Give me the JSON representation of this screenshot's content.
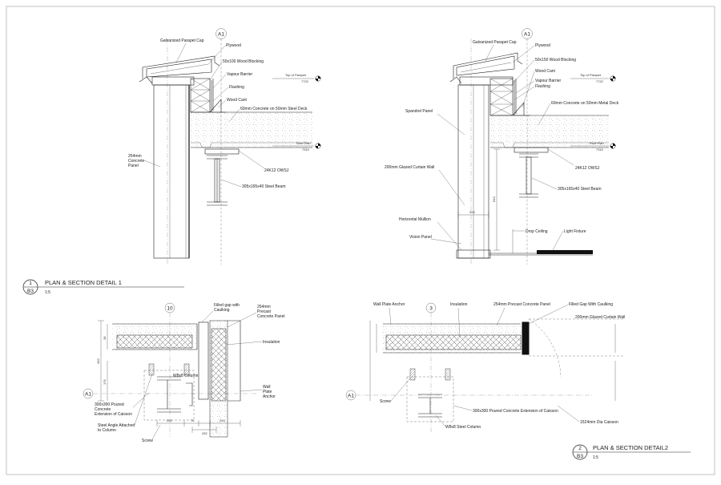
{
  "detail1": {
    "grid_bubble": "A1",
    "labels": {
      "parapet_cap": "Galvanized Parapet Cap",
      "plywood": "Plywood",
      "blocking": "50x100 Wood Blocking",
      "vapour_barrier": "Vapour Barrier",
      "flashing": "Flashing",
      "wood_cant": "Wood Cant",
      "deck": "60mm Concrete on 50mm Steel Deck",
      "panel": "254mm\nConcrete\nPanel",
      "joist": "24K12 OWSJ",
      "beam": "305x165x40 Steel Beam"
    },
    "levels": {
      "parapet_name": "Top of Parapet",
      "parapet_value": "7722",
      "roof_name": "Roof Plan",
      "roof_value": "7310"
    }
  },
  "detail2": {
    "grid_bubble": "A1",
    "labels": {
      "parapet_cap": "Galvanized Parapet Cap",
      "plywood": "Plywood",
      "blocking": "50x150 Wood Blocking",
      "wood_cant": "Wood Cant",
      "vapour_barrier": "Vapour Barrier",
      "flashing": "Flashing",
      "deck": "60mm Concrete on 50mm Metal Deck",
      "spandrel": "Spandrel Panel",
      "joist": "24K12 OWSJ",
      "curtain_wall": "200mm Glazed Curtain Wall",
      "beam": "305x165x40 Steel Beam",
      "mullion": "Horizontal Mullion",
      "vision_panel": "Vision Panel",
      "drop_ceiling": "Drop Ceiling",
      "light_fixture": "Light Fixture"
    },
    "levels": {
      "parapet_name": "Top of Parapet",
      "parapet_value": "7722",
      "roof_name": "Roof Plan",
      "roof_value": "7310"
    },
    "dims": {
      "width": "200",
      "height": "644"
    }
  },
  "plan1": {
    "grid_number": "10",
    "grid_letter": "A1",
    "labels": {
      "filled_gap": "Filled gap with\nCaulking",
      "precast": "254mm\nPrecast\nConcrete Panel",
      "insulation": "Insulation",
      "column": "W8x8 Column",
      "anchor": "Wall\nPlate\nAnchor",
      "caisson_ext": "300x300 Poured\nConcrete\nExtension of Caisson",
      "angle": "Steel Angle Attached\nto Column",
      "screw": "Screw"
    },
    "dims": {
      "d432v": "432",
      "d176": "176",
      "d28": "28",
      "d200": "200",
      "d76": "76",
      "d254": "254",
      "d432h": "432"
    }
  },
  "plan2": {
    "grid_number": "3",
    "grid_letter": "A1",
    "labels": {
      "wall_plate_anchor": "Wall Plate Anchor",
      "insulation": "Insulation",
      "precast": "254mm Precast Concrete Panel",
      "filled_gap": "Filled Gap With Caulking",
      "curtain_wall": "200mm Glazed Curtain Wall",
      "screw": "Screw",
      "caisson_ext": "300x300 Poured Concrete Extension of Caisson",
      "column": "W8x8 Steel Column",
      "caisson": "1524mm Dia Caisson"
    }
  },
  "title1": {
    "number": "1",
    "sheet": "B3",
    "name": "PLAN & SECTION DETAIL 1",
    "scale": "1:5"
  },
  "title2": {
    "number": "2",
    "sheet": "B3",
    "name": "PLAN & SECTION DETAIL2",
    "scale": "1:5"
  }
}
